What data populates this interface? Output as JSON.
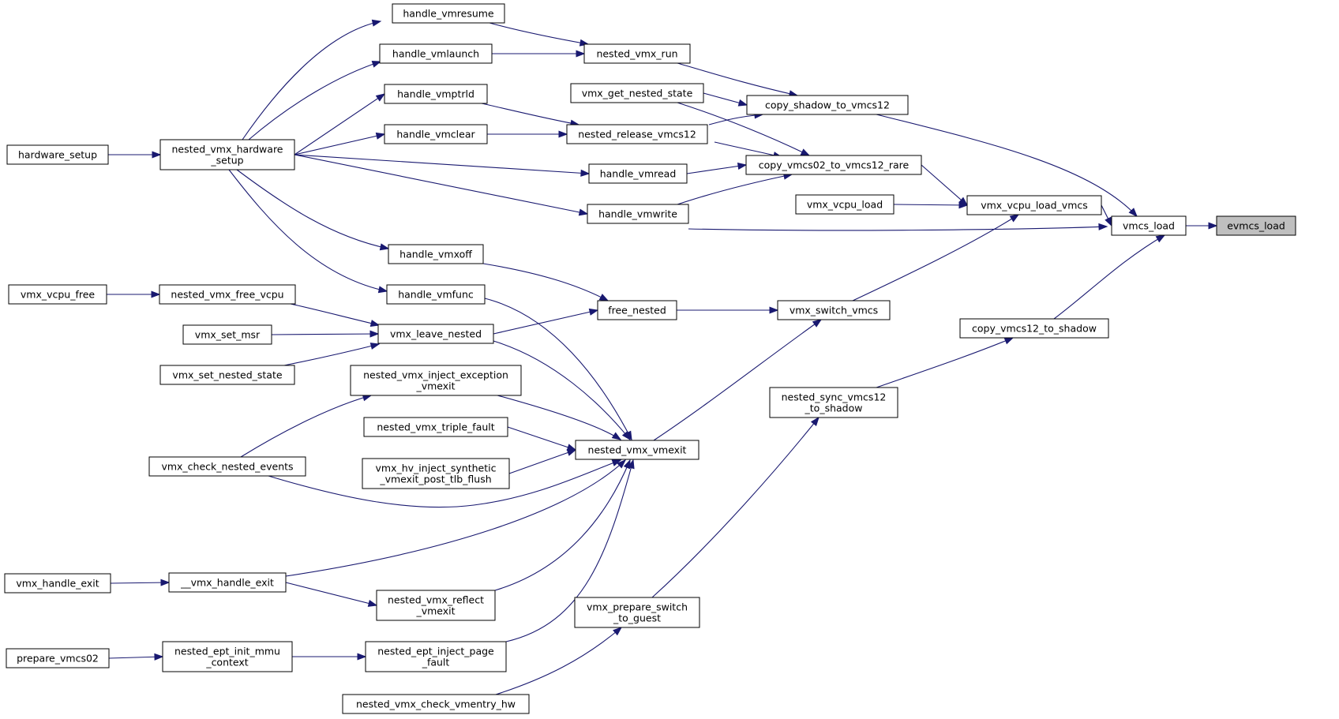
{
  "colors": {
    "edge": "#191970",
    "node_border": "#000000",
    "node_fill": "#ffffff",
    "highlight_fill": "#bfbfbf"
  },
  "nodes": [
    {
      "id": "evmcs_load",
      "lines": [
        "evmcs_load"
      ],
      "highlight": true
    },
    {
      "id": "vmcs_load",
      "lines": [
        "vmcs_load"
      ]
    },
    {
      "id": "copy_shadow_to_vmcs12",
      "lines": [
        "copy_shadow_to_vmcs12"
      ]
    },
    {
      "id": "vmx_vcpu_load_vmcs",
      "lines": [
        "vmx_vcpu_load_vmcs"
      ]
    },
    {
      "id": "copy_vmcs12_to_shadow",
      "lines": [
        "copy_vmcs12_to_shadow"
      ]
    },
    {
      "id": "nested_vmx_run",
      "lines": [
        "nested_vmx_run"
      ]
    },
    {
      "id": "vmx_get_nested_state",
      "lines": [
        "vmx_get_nested_state"
      ]
    },
    {
      "id": "nested_release_vmcs12",
      "lines": [
        "nested_release_vmcs12"
      ]
    },
    {
      "id": "copy_vmcs02_to_vmcs12_rare",
      "lines": [
        "copy_vmcs02_to_vmcs12_rare"
      ]
    },
    {
      "id": "vmx_vcpu_load",
      "lines": [
        "vmx_vcpu_load"
      ]
    },
    {
      "id": "handle_vmwrite",
      "lines": [
        "handle_vmwrite"
      ]
    },
    {
      "id": "handle_vmread",
      "lines": [
        "handle_vmread"
      ]
    },
    {
      "id": "handle_vmresume",
      "lines": [
        "handle_vmresume"
      ]
    },
    {
      "id": "handle_vmlaunch",
      "lines": [
        "handle_vmlaunch"
      ]
    },
    {
      "id": "handle_vmptrld",
      "lines": [
        "handle_vmptrld"
      ]
    },
    {
      "id": "handle_vmclear",
      "lines": [
        "handle_vmclear"
      ]
    },
    {
      "id": "nested_vmx_hardware_setup",
      "lines": [
        "nested_vmx_hardware",
        "_setup"
      ]
    },
    {
      "id": "hardware_setup",
      "lines": [
        "hardware_setup"
      ]
    },
    {
      "id": "vmx_switch_vmcs",
      "lines": [
        "vmx_switch_vmcs"
      ]
    },
    {
      "id": "free_nested",
      "lines": [
        "free_nested"
      ]
    },
    {
      "id": "handle_vmxoff",
      "lines": [
        "handle_vmxoff"
      ]
    },
    {
      "id": "handle_vmfunc",
      "lines": [
        "handle_vmfunc"
      ]
    },
    {
      "id": "vmx_leave_nested",
      "lines": [
        "vmx_leave_nested"
      ]
    },
    {
      "id": "nested_vmx_free_vcpu",
      "lines": [
        "nested_vmx_free_vcpu"
      ]
    },
    {
      "id": "vmx_vcpu_free",
      "lines": [
        "vmx_vcpu_free"
      ]
    },
    {
      "id": "vmx_set_msr",
      "lines": [
        "vmx_set_msr"
      ]
    },
    {
      "id": "vmx_set_nested_state",
      "lines": [
        "vmx_set_nested_state"
      ]
    },
    {
      "id": "nested_vmx_vmexit",
      "lines": [
        "nested_vmx_vmexit"
      ]
    },
    {
      "id": "nested_vmx_inject_exception_vmexit",
      "lines": [
        "nested_vmx_inject_exception",
        "_vmexit"
      ]
    },
    {
      "id": "nested_vmx_triple_fault",
      "lines": [
        "nested_vmx_triple_fault"
      ]
    },
    {
      "id": "vmx_hv_inject_synthetic_vmexit_post_tlb_flush",
      "lines": [
        "vmx_hv_inject_synthetic",
        "_vmexit_post_tlb_flush"
      ]
    },
    {
      "id": "vmx_check_nested_events",
      "lines": [
        "vmx_check_nested_events"
      ]
    },
    {
      "id": "__vmx_handle_exit",
      "lines": [
        "__vmx_handle_exit"
      ]
    },
    {
      "id": "vmx_handle_exit",
      "lines": [
        "vmx_handle_exit"
      ]
    },
    {
      "id": "nested_vmx_reflect_vmexit",
      "lines": [
        "nested_vmx_reflect",
        "_vmexit"
      ]
    },
    {
      "id": "nested_ept_inject_page_fault",
      "lines": [
        "nested_ept_inject_page",
        "_fault"
      ]
    },
    {
      "id": "nested_ept_init_mmu_context",
      "lines": [
        "nested_ept_init_mmu",
        "_context"
      ]
    },
    {
      "id": "prepare_vmcs02",
      "lines": [
        "prepare_vmcs02"
      ]
    },
    {
      "id": "nested_sync_vmcs12_to_shadow",
      "lines": [
        "nested_sync_vmcs12",
        "_to_shadow"
      ]
    },
    {
      "id": "vmx_prepare_switch_to_guest",
      "lines": [
        "vmx_prepare_switch",
        "_to_guest"
      ]
    },
    {
      "id": "nested_vmx_check_vmentry_hw",
      "lines": [
        "nested_vmx_check_vmentry_hw"
      ]
    }
  ],
  "edges": [
    {
      "from": "vmcs_load",
      "to": "evmcs_load"
    },
    {
      "from": "copy_shadow_to_vmcs12",
      "to": "vmcs_load"
    },
    {
      "from": "vmx_vcpu_load_vmcs",
      "to": "vmcs_load"
    },
    {
      "from": "handle_vmwrite",
      "to": "vmcs_load"
    },
    {
      "from": "copy_vmcs12_to_shadow",
      "to": "vmcs_load"
    },
    {
      "from": "nested_vmx_run",
      "to": "copy_shadow_to_vmcs12"
    },
    {
      "from": "vmx_get_nested_state",
      "to": "copy_shadow_to_vmcs12"
    },
    {
      "from": "nested_release_vmcs12",
      "to": "copy_shadow_to_vmcs12"
    },
    {
      "from": "handle_vmresume",
      "to": "nested_vmx_run"
    },
    {
      "from": "handle_vmlaunch",
      "to": "nested_vmx_run"
    },
    {
      "from": "nested_vmx_hardware_setup",
      "to": "handle_vmresume"
    },
    {
      "from": "nested_vmx_hardware_setup",
      "to": "handle_vmlaunch"
    },
    {
      "from": "nested_vmx_hardware_setup",
      "to": "handle_vmptrld"
    },
    {
      "from": "nested_vmx_hardware_setup",
      "to": "handle_vmclear"
    },
    {
      "from": "nested_vmx_hardware_setup",
      "to": "handle_vmread"
    },
    {
      "from": "nested_vmx_hardware_setup",
      "to": "handle_vmwrite"
    },
    {
      "from": "nested_vmx_hardware_setup",
      "to": "handle_vmxoff"
    },
    {
      "from": "nested_vmx_hardware_setup",
      "to": "handle_vmfunc"
    },
    {
      "from": "hardware_setup",
      "to": "nested_vmx_hardware_setup"
    },
    {
      "from": "handle_vmptrld",
      "to": "nested_release_vmcs12"
    },
    {
      "from": "handle_vmclear",
      "to": "nested_release_vmcs12"
    },
    {
      "from": "vmx_get_nested_state",
      "to": "copy_vmcs02_to_vmcs12_rare"
    },
    {
      "from": "nested_release_vmcs12",
      "to": "copy_vmcs02_to_vmcs12_rare"
    },
    {
      "from": "handle_vmread",
      "to": "copy_vmcs02_to_vmcs12_rare"
    },
    {
      "from": "handle_vmwrite",
      "to": "copy_vmcs02_to_vmcs12_rare"
    },
    {
      "from": "copy_vmcs02_to_vmcs12_rare",
      "to": "vmx_vcpu_load_vmcs"
    },
    {
      "from": "vmx_vcpu_load",
      "to": "vmx_vcpu_load_vmcs"
    },
    {
      "from": "vmx_switch_vmcs",
      "to": "vmx_vcpu_load_vmcs"
    },
    {
      "from": "free_nested",
      "to": "vmx_switch_vmcs"
    },
    {
      "from": "nested_vmx_vmexit",
      "to": "vmx_switch_vmcs"
    },
    {
      "from": "handle_vmxoff",
      "to": "free_nested"
    },
    {
      "from": "vmx_leave_nested",
      "to": "free_nested"
    },
    {
      "from": "vmx_vcpu_free",
      "to": "nested_vmx_free_vcpu"
    },
    {
      "from": "nested_vmx_free_vcpu",
      "to": "vmx_leave_nested"
    },
    {
      "from": "vmx_set_msr",
      "to": "vmx_leave_nested"
    },
    {
      "from": "vmx_set_nested_state",
      "to": "vmx_leave_nested"
    },
    {
      "from": "handle_vmfunc",
      "to": "nested_vmx_vmexit"
    },
    {
      "from": "vmx_leave_nested",
      "to": "nested_vmx_vmexit"
    },
    {
      "from": "nested_vmx_inject_exception_vmexit",
      "to": "nested_vmx_vmexit"
    },
    {
      "from": "nested_vmx_triple_fault",
      "to": "nested_vmx_vmexit"
    },
    {
      "from": "vmx_hv_inject_synthetic_vmexit_post_tlb_flush",
      "to": "nested_vmx_vmexit"
    },
    {
      "from": "vmx_check_nested_events",
      "to": "nested_vmx_vmexit"
    },
    {
      "from": "vmx_check_nested_events",
      "to": "nested_vmx_inject_exception_vmexit"
    },
    {
      "from": "__vmx_handle_exit",
      "to": "nested_vmx_vmexit"
    },
    {
      "from": "nested_vmx_reflect_vmexit",
      "to": "nested_vmx_vmexit"
    },
    {
      "from": "nested_ept_inject_page_fault",
      "to": "nested_vmx_vmexit"
    },
    {
      "from": "vmx_handle_exit",
      "to": "__vmx_handle_exit"
    },
    {
      "from": "__vmx_handle_exit",
      "to": "nested_vmx_reflect_vmexit"
    },
    {
      "from": "prepare_vmcs02",
      "to": "nested_ept_init_mmu_context"
    },
    {
      "from": "nested_ept_init_mmu_context",
      "to": "nested_ept_inject_page_fault"
    },
    {
      "from": "nested_sync_vmcs12_to_shadow",
      "to": "copy_vmcs12_to_shadow"
    },
    {
      "from": "vmx_prepare_switch_to_guest",
      "to": "nested_sync_vmcs12_to_shadow"
    },
    {
      "from": "nested_vmx_check_vmentry_hw",
      "to": "vmx_prepare_switch_to_guest"
    }
  ]
}
